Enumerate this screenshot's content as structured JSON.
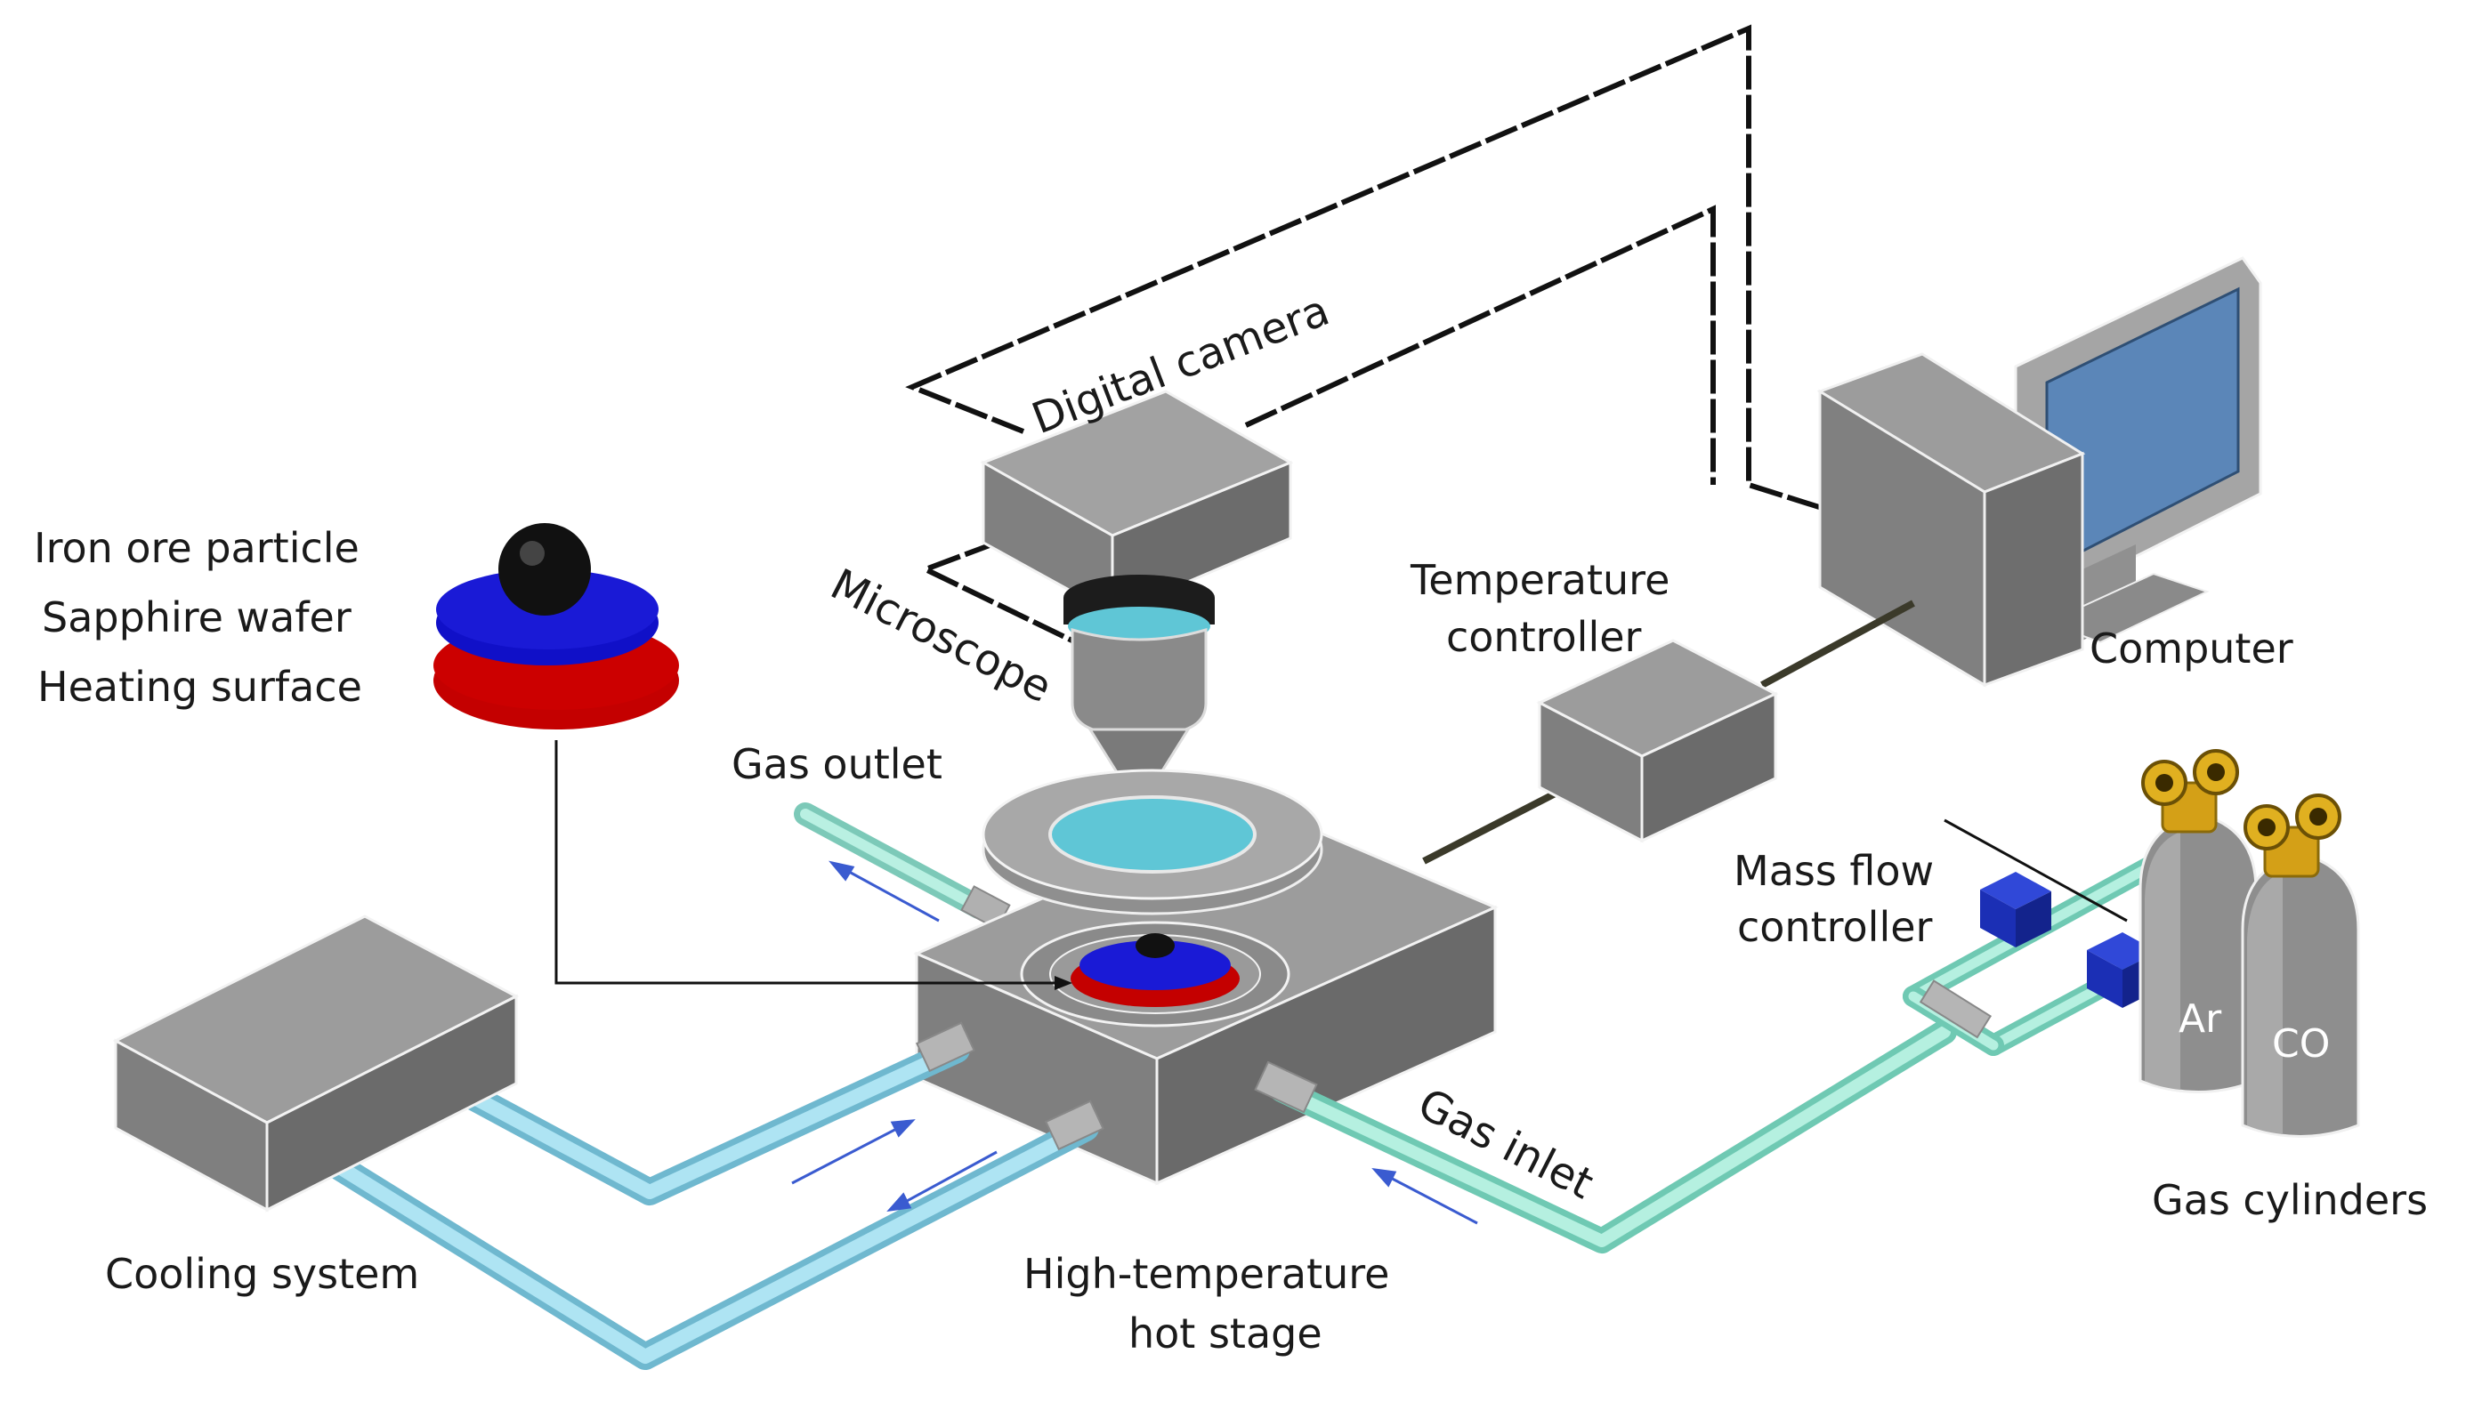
{
  "labels": {
    "iron_ore_particle": "Iron ore particle",
    "sapphire_wafer": "Sapphire wafer",
    "heating_surface": "Heating surface",
    "digital_camera": "Digital camera",
    "microscope": "Microscope",
    "temperature_controller_line1": "Temperature",
    "temperature_controller_line2": "controller",
    "computer": "Computer",
    "gas_outlet": "Gas outlet",
    "mass_flow_controller_line1": "Mass flow",
    "mass_flow_controller_line2": "controller",
    "gas_inlet": "Gas inlet",
    "cylinder_ar": "Ar",
    "cylinder_co": "CO",
    "gas_cylinders": "Gas cylinders",
    "cooling_system": "Cooling system",
    "hot_stage_line1": "High-temperature",
    "hot_stage_line2": "hot stage"
  },
  "colors": {
    "box_top": "#9a9a9a",
    "box_front": "#7d7d7d",
    "box_side": "#6a6a6a",
    "cooling_pipe": "#8fd3ea",
    "gas_pipe": "#9fe6d6",
    "sapphire": "#1a1ad6",
    "heating": "#c40000",
    "lens_glass": "#5fc6d6",
    "flow_controller": "#1b2fb5",
    "regulator": "#d4a017",
    "monitor_screen": "#5b86b8",
    "arrow": "#3a5bd0"
  }
}
